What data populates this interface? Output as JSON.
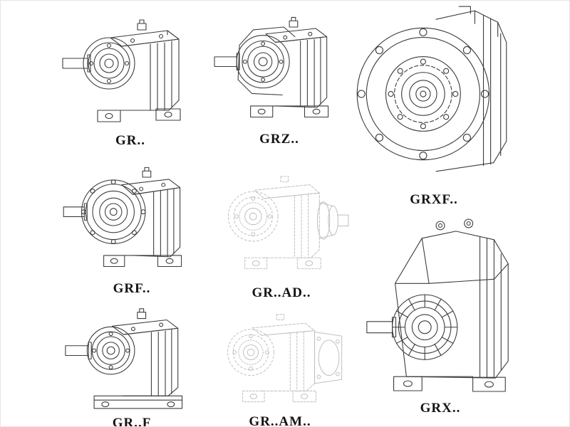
{
  "page": {
    "background": "#ffffff",
    "line_color": "#3c3c3c",
    "ghost_line_color": "#bdbdbd",
    "label_color": "#141414"
  },
  "items": [
    {
      "label": "GR..",
      "drawing": "foot-mounted-helical-gear-reducer",
      "style": "solid"
    },
    {
      "label": "GRZ..",
      "drawing": "foot-mounted-helical-gear-reducer-variant",
      "style": "solid"
    },
    {
      "label": "GRXF..",
      "drawing": "flange-mounted-reducer-front-view",
      "style": "solid"
    },
    {
      "label": "GRF..",
      "drawing": "flange-and-foot-reducer",
      "style": "solid"
    },
    {
      "label": "GR..AD..",
      "drawing": "reducer-with-input-adapter",
      "style": "ghost"
    },
    {
      "label": "GR..F",
      "drawing": "foot-reducer-with-base-plate",
      "style": "solid"
    },
    {
      "label": "GR..AM..",
      "drawing": "reducer-with-motor-flange",
      "style": "ghost"
    },
    {
      "label": "GRX..",
      "drawing": "large-foot-mounted-reducer",
      "style": "solid"
    }
  ]
}
